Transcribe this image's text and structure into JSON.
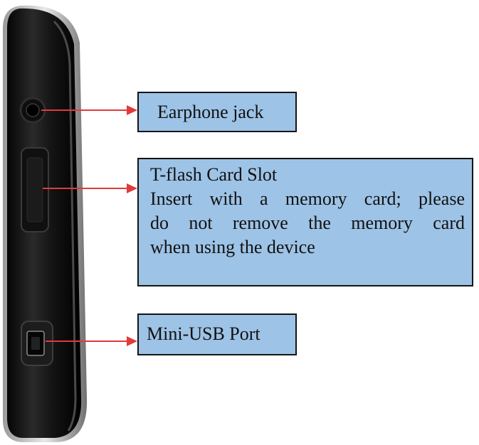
{
  "diagram": {
    "callouts": {
      "earphone_jack": {
        "label": "Earphone jack"
      },
      "tflash_slot": {
        "title": "T-flash Card Slot",
        "description_lines": [
          "Insert with a memory card; please",
          "do not remove the memory card",
          "when using the device"
        ]
      },
      "mini_usb": {
        "label": "Mini-USB Port"
      }
    },
    "colors": {
      "callout_fill": "#9dc3e6",
      "callout_border": "#141414",
      "arrow": "#e23a3a",
      "device_body": "#1a1a1a",
      "device_edge": "#6a6a6a"
    }
  }
}
